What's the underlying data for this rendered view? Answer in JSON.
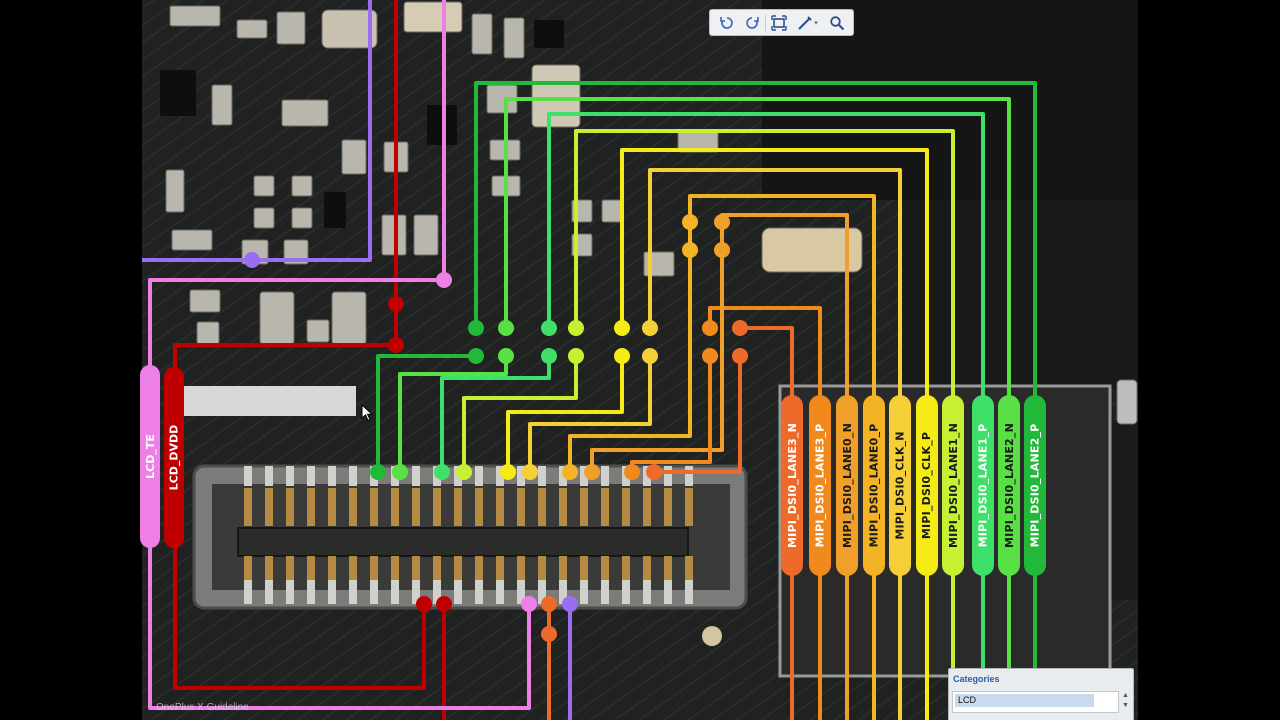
{
  "toolbar": {
    "buttons": [
      "rotate-left-icon",
      "rotate-right-icon",
      "fit-screen-icon",
      "measure-icon",
      "zoom-icon"
    ]
  },
  "labels": {
    "right": [
      {
        "text": "MIPI_DSI0_LANE3_N",
        "bg": "#ee6a2a",
        "fg": "#ffffff"
      },
      {
        "text": "MIPI_DSI0_LANE3_P",
        "bg": "#f08a1c",
        "fg": "#ffffff"
      },
      {
        "text": "MIPI_DSI0_LANE0_N",
        "bg": "#f0a02a",
        "fg": "#1a1a1a"
      },
      {
        "text": "MIPI_DSI0_LANE0_P",
        "bg": "#f3b324",
        "fg": "#1a1a1a"
      },
      {
        "text": "MIPI_DSI0_CLK_N",
        "bg": "#f4cf38",
        "fg": "#1a1a1a"
      },
      {
        "text": "MIPI_DSI0_CLK_P",
        "bg": "#f5ec16",
        "fg": "#1a1a1a"
      },
      {
        "text": "MIPI_DSI0_LANE1_N",
        "bg": "#c8f032",
        "fg": "#1a1a1a"
      },
      {
        "text": "MIPI_DSI0_LANE1_P",
        "bg": "#3fe06a",
        "fg": "#ffffff"
      },
      {
        "text": "MIPI_DSI0_LANE2_N",
        "bg": "#58e044",
        "fg": "#1a1a1a"
      },
      {
        "text": "MIPI_DSI0_LANE2_P",
        "bg": "#22b83a",
        "fg": "#ffffff"
      }
    ],
    "left": [
      {
        "text": "LCD_TE",
        "bg": "#ee7fe6"
      },
      {
        "text": "LCD_DVDD",
        "bg": "#c00000"
      }
    ]
  },
  "watermark": "OnePlus X Guideline",
  "categories": {
    "title": "Categories",
    "selected": "LCD"
  }
}
